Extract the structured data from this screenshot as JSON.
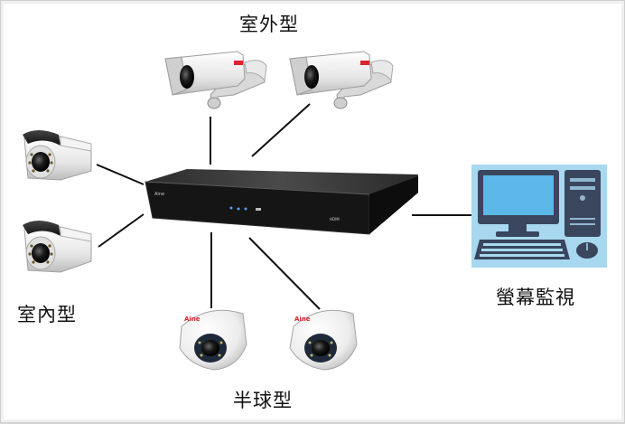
{
  "labels": {
    "outdoor": "室外型",
    "indoor": "室內型",
    "dome": "半球型",
    "monitor": "螢幕監視"
  },
  "dvr": {
    "brand_text": "Aine",
    "hdmi_text": "HDMI"
  },
  "dome_brand": "Aine",
  "icons": {
    "outdoor_camera": "bullet-camera-with-bracket-icon",
    "indoor_camera": "bullet-camera-icon",
    "dome_camera": "dome-camera-icon",
    "recorder": "dvr-recorder-icon",
    "monitor": "desktop-computer-icon"
  },
  "colors": {
    "line": "#111111",
    "camera_body": "#e8e8e8",
    "dvr_body": "#1b1b1b",
    "brand_red": "#d8262e",
    "monitor_bg": "#a8d8ef",
    "screen": "#5bb8e8",
    "pc_dark": "#39465e"
  }
}
